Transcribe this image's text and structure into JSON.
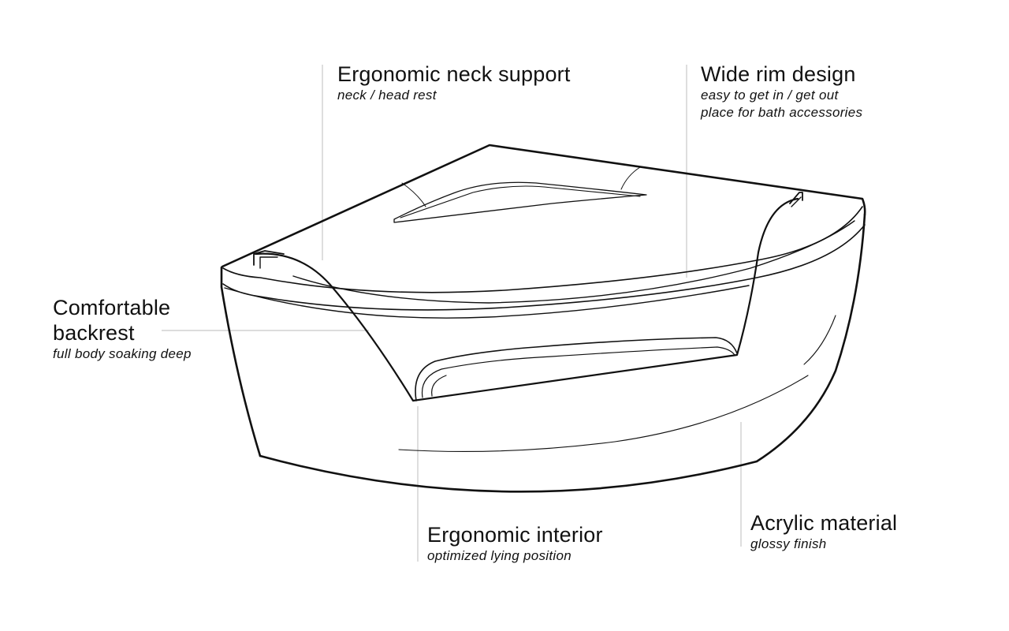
{
  "callouts": {
    "neck_support": {
      "title": "Ergonomic neck support",
      "subtitle": "neck / head rest"
    },
    "rim_design": {
      "title": "Wide rim design",
      "subtitle_line1": "easy to get in / get out",
      "subtitle_line2": "place for bath accessories"
    },
    "backrest": {
      "title_line1": "Comfortable",
      "title_line2": "backrest",
      "subtitle": "full body soaking deep"
    },
    "interior": {
      "title": "Ergonomic interior",
      "subtitle": "optimized lying position"
    },
    "acrylic": {
      "title": "Acrylic material",
      "subtitle": "glossy finish"
    }
  },
  "colors": {
    "outline": "#111111",
    "leader_line": "#c8c8c8",
    "background": "#ffffff"
  }
}
